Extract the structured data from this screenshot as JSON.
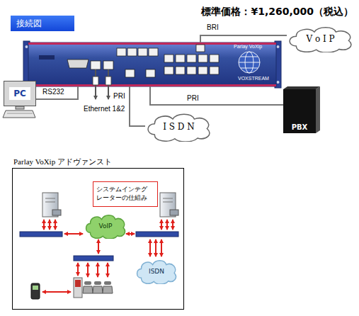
{
  "diagram": {
    "title": "接続図",
    "nodes": [
      {
        "text": [
          "Parlay VoXip",
          "VOXSTREAM"
        ]
      },
      {
        "text": [
          "V o I P"
        ]
      },
      {
        "text": [
          "I S D N"
        ]
      },
      {
        "text": [
          "PBX"
        ]
      },
      {
        "text": [
          "PC"
        ]
      },
      {
        "text": [
          "Parlay VoXip アドヴァンスト"
        ]
      },
      {
        "text": [
          "システムインテグ レーターの仕組み"
        ],
        "in": 5
      },
      {
        "text": [
          "VoIP"
        ],
        "in": 5
      },
      {
        "text": [
          "ISDN"
        ],
        "in": 5
      }
    ],
    "edges": [
      {
        "from": 4,
        "to": 0,
        "arrow": "none",
        "label": "RS232"
      },
      {
        "from": 0,
        "to": 1,
        "arrow": "none",
        "label": "BRI"
      },
      {
        "from": 0,
        "to": 2,
        "arrow": "none",
        "label": "PRI"
      },
      {
        "from": 0,
        "to": 3,
        "arrow": "none",
        "label": "PRI"
      }
    ],
    "labels": [
      "標準価格：¥1,260,000（税込）",
      "Ethernet 1&2"
    ]
  }
}
